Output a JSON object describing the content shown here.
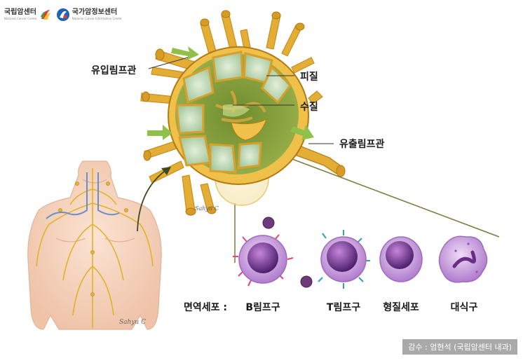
{
  "logos": [
    {
      "name": "국립암센터",
      "subtitle": "National Cancer Center"
    },
    {
      "name": "국가암정보센터",
      "subtitle": "National Cancer Information Center"
    }
  ],
  "labels": {
    "afferent": "유입림프관",
    "cortex": "피질",
    "medulla": "수질",
    "efferent": "유출림프관"
  },
  "immune_cells": {
    "title": "면역세포 :",
    "cells": [
      "B림프구",
      "T림프구",
      "형질세포",
      "대식구"
    ]
  },
  "credit": "감수 : 엄현석 (국립암센터 내과)",
  "colors": {
    "capsule": "#e8b23a",
    "medulla_green": "#7f9a3a",
    "follicle": "#b9d6b0",
    "vessel": "#d9a62c",
    "arrow": "#8fc14a",
    "cell_purple": "#8a4fb0"
  }
}
